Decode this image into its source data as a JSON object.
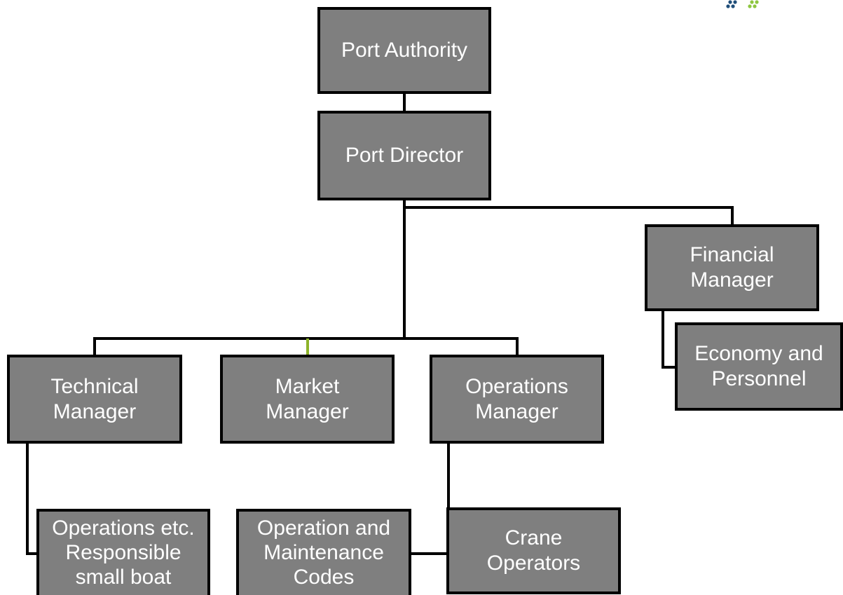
{
  "org_chart": {
    "port_authority": {
      "line1": "Port Authority"
    },
    "port_director": {
      "line1": "Port Director"
    },
    "financial_manager": {
      "line1": "Financial",
      "line2": "Manager"
    },
    "economy_personnel": {
      "line1": "Economy and",
      "line2": "Personnel"
    },
    "technical_manager": {
      "line1": "Technical",
      "line2": "Manager"
    },
    "market_manager": {
      "line1": "Market",
      "line2": "Manager"
    },
    "operations_manager": {
      "line1": "Operations",
      "line2": "Manager"
    },
    "operations_responsible": {
      "line1": "Operations etc.",
      "line2": "Responsible",
      "line3": "small boat"
    },
    "operation_maintenance": {
      "line1": "Operation and",
      "line2": "Maintenance",
      "line3": "Codes"
    },
    "crane_operators": {
      "line1": "Crane",
      "line2": "Operators"
    }
  },
  "colors": {
    "box_fill": "#7f7f7f",
    "box_border": "#000000",
    "box_text": "#ffffff",
    "connector": "#000000",
    "accent_connector": "#8db32a",
    "logo_blue": "#1f4e79",
    "logo_green": "#8dc63f"
  }
}
